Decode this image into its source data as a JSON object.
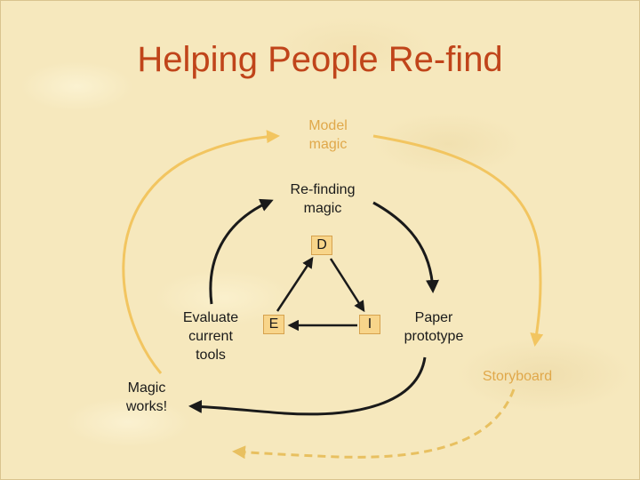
{
  "slide": {
    "title": "Helping People Re-find",
    "labels": {
      "model_magic": "Model\nmagic",
      "refinding_magic": "Re-finding\nmagic",
      "evaluate_current_tools": "Evaluate\ncurrent\ntools",
      "paper_prototype": "Paper\nprototype",
      "storyboard": "Storyboard",
      "magic_works": "Magic\nworks!"
    },
    "nodes": {
      "d": "D",
      "e": "E",
      "i": "I"
    }
  },
  "colors": {
    "title": "#c0441a",
    "accent": "#e0a84a",
    "arrow_dark": "#1a1a1a",
    "arrow_light": "#f2c560",
    "arrow_dashed": "#e8c060",
    "node_fill": "#f8d58a"
  }
}
